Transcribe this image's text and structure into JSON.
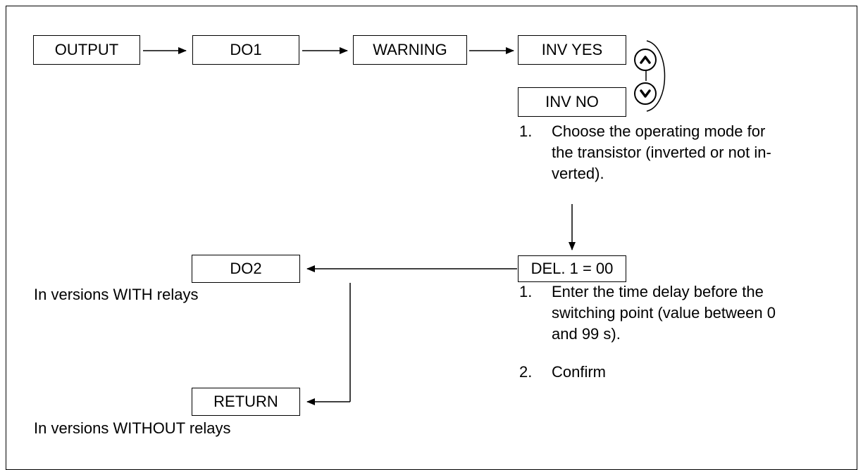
{
  "boxes": {
    "output": "OUTPUT",
    "do1": "DO1",
    "warning": "WARNING",
    "inv_yes": "INV YES",
    "inv_no": "INV NO",
    "delay": "DEL. 1 = 00",
    "do2": "DO2",
    "return": "RETURN"
  },
  "keys": {
    "up": "up-arrow-icon",
    "down": "down-arrow-icon"
  },
  "notes": {
    "with_relays": "In versions WITH relays",
    "without_relays": "In versions WITHOUT relays"
  },
  "steps_inv": [
    {
      "num": "1.",
      "lines": [
        "Choose the operating mode for",
        "the transistor (inverted or not in-",
        "verted)."
      ]
    }
  ],
  "steps_delay": [
    {
      "num": "1.",
      "lines": [
        "Enter the time delay before the",
        "switching point (value between 0",
        "and 99 s)."
      ]
    },
    {
      "num": "2.",
      "lines": [
        "Confirm"
      ]
    }
  ]
}
